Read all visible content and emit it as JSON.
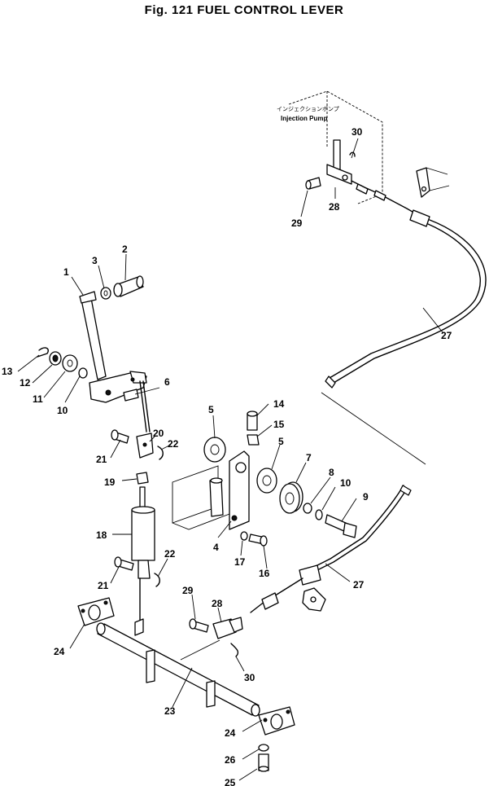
{
  "title": "Fig. 121   FUEL CONTROL LEVER",
  "pump_label_jp": "インジェクションポンプ",
  "pump_label_en": "Injection Pump",
  "part_labels": {
    "p1": "1",
    "p2": "2",
    "p3": "3",
    "p4": "4",
    "p5a": "5",
    "p5b": "5",
    "p6": "6",
    "p7": "7",
    "p8": "8",
    "p9": "9",
    "p10a": "10",
    "p10b": "10",
    "p11": "11",
    "p12": "12",
    "p13": "13",
    "p14": "14",
    "p15": "15",
    "p16": "16",
    "p17": "17",
    "p18": "18",
    "p19": "19",
    "p20": "20",
    "p21a": "21",
    "p21b": "21",
    "p22a": "22",
    "p22b": "22",
    "p23": "23",
    "p24a": "24",
    "p24b": "24",
    "p25": "25",
    "p26": "26",
    "p27a": "27",
    "p27b": "27",
    "p28a": "28",
    "p28b": "28",
    "p29a": "29",
    "p29b": "29",
    "p30a": "30",
    "p30b": "30"
  }
}
